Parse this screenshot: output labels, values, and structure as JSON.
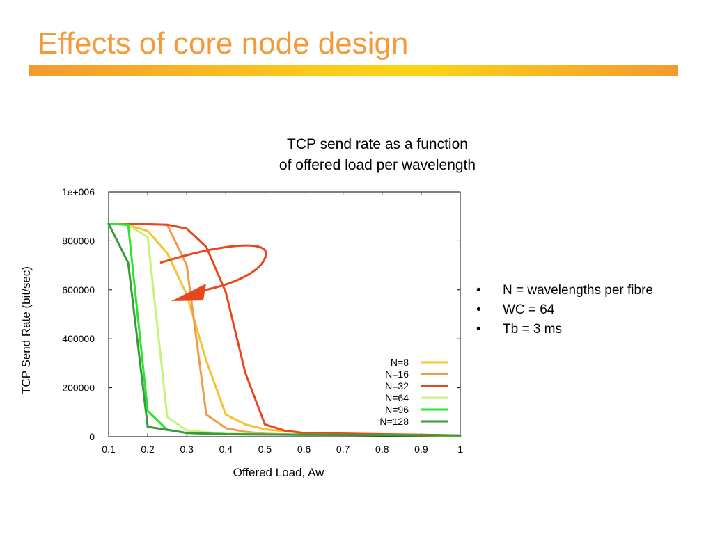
{
  "slide": {
    "title": "Effects of core node design",
    "notes": [
      "N = wavelengths per fibre",
      "WC = 64",
      "Tb = 3 ms"
    ]
  },
  "colors": {
    "title": "#f59a3b",
    "series": [
      "#f6c22e",
      "#f39a4a",
      "#e8461c",
      "#c6f27a",
      "#2ae62a",
      "#3a9a3a"
    ],
    "arrow": "#e8461c"
  },
  "chart_data": {
    "type": "line",
    "title": [
      "TCP send rate as a function",
      "of offered load per wavelength"
    ],
    "xlabel": "Offered Load, Aw",
    "ylabel": "TCP Send Rate (bit/sec)",
    "xlim": [
      0.1,
      1
    ],
    "ylim": [
      0,
      1000000
    ],
    "xticks": [
      "0.1",
      "0.2",
      "0.3",
      "0.4",
      "0.5",
      "0.6",
      "0.7",
      "0.8",
      "0.9",
      "1"
    ],
    "yticks": [
      "0",
      "200000",
      "400000",
      "600000",
      "800000",
      "1e+006"
    ],
    "legend_position": "bottom-right",
    "grid": false,
    "series": [
      {
        "name": "N=8",
        "x": [
          0.1,
          0.15,
          0.2,
          0.25,
          0.3,
          0.35,
          0.4,
          0.45,
          0.5,
          0.6,
          1.0
        ],
        "y": [
          870000,
          865000,
          840000,
          750000,
          580000,
          310000,
          90000,
          50000,
          30000,
          15000,
          5000
        ]
      },
      {
        "name": "N=16",
        "x": [
          0.1,
          0.15,
          0.2,
          0.25,
          0.3,
          0.35,
          0.4,
          0.45,
          0.5,
          0.6,
          1.0
        ],
        "y": [
          870000,
          870000,
          868000,
          866000,
          700000,
          90000,
          35000,
          20000,
          12000,
          8000,
          4000
        ]
      },
      {
        "name": "N=32",
        "x": [
          0.1,
          0.15,
          0.2,
          0.25,
          0.3,
          0.35,
          0.4,
          0.45,
          0.5,
          0.55,
          0.6,
          1.0
        ],
        "y": [
          870000,
          870000,
          868000,
          866000,
          850000,
          775000,
          590000,
          260000,
          50000,
          25000,
          15000,
          5000
        ]
      },
      {
        "name": "N=64",
        "x": [
          0.1,
          0.15,
          0.2,
          0.25,
          0.3,
          0.4,
          0.6,
          1.0
        ],
        "y": [
          870000,
          865000,
          815000,
          80000,
          25000,
          12000,
          8000,
          5000
        ]
      },
      {
        "name": "N=96",
        "x": [
          0.1,
          0.15,
          0.2,
          0.25,
          0.3,
          0.4,
          0.6,
          1.0
        ],
        "y": [
          870000,
          865000,
          105000,
          28000,
          15000,
          10000,
          8000,
          5000
        ]
      },
      {
        "name": "N=128",
        "x": [
          0.1,
          0.15,
          0.2,
          0.25,
          0.3,
          0.4,
          0.6,
          1.0
        ],
        "y": [
          870000,
          710000,
          40000,
          28000,
          15000,
          10000,
          8000,
          5000
        ]
      }
    ]
  }
}
